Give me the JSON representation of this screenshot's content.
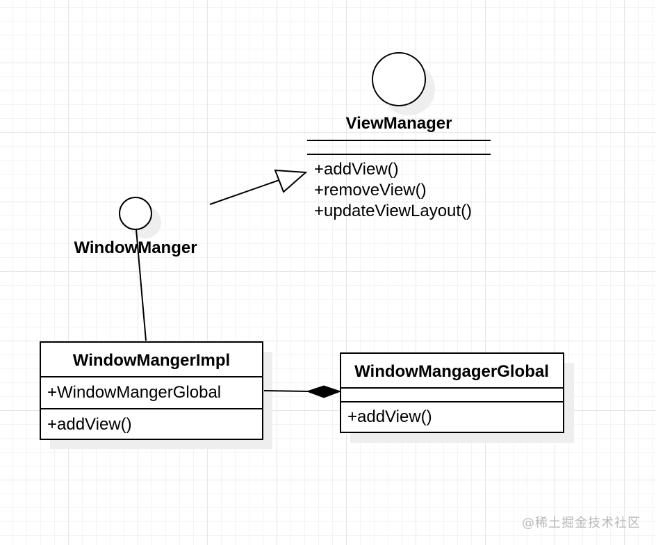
{
  "interfaces": {
    "view_manager": {
      "name": "ViewManager",
      "methods": [
        "+addView()",
        "+removeView()",
        "+updateViewLayout()"
      ]
    },
    "window_manager": {
      "name": "WindowManger"
    }
  },
  "classes": {
    "window_manager_impl": {
      "name": "WindowMangerImpl",
      "attribute": "+WindowMangerGlobal",
      "method": "+addView()"
    },
    "window_manager_global": {
      "name": "WindowMangagerGlobal",
      "method": "+addView()"
    }
  },
  "watermark": "@稀土掘金技术社区"
}
